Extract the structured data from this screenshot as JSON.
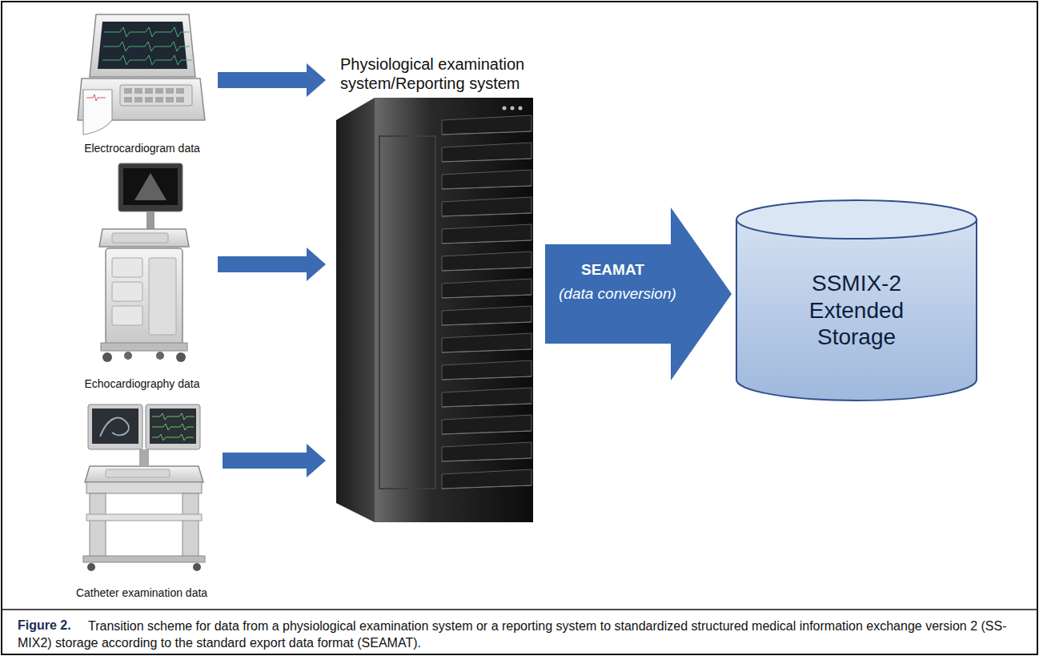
{
  "diagram": {
    "caption": "Transition scheme for data from a physiological examination system or a reporting system to standardized structured medical information exchange version 2 (SS-MIX2) storage according to the standard export data format (SEAMAT).",
    "nodes": [
      {
        "text": [
          "Electrocardiogram data"
        ]
      },
      {
        "text": [
          "Echocardiography data"
        ]
      },
      {
        "text": [
          "Catheter examination data"
        ]
      },
      {
        "text": [
          "Physiological examination system/Reporting system"
        ]
      },
      {
        "text": [
          "SSMIX-2 Extended Storage"
        ]
      }
    ],
    "edges": [
      {
        "from": 0,
        "to": 3,
        "arrow": "to"
      },
      {
        "from": 1,
        "to": 3,
        "arrow": "to"
      },
      {
        "from": 2,
        "to": 3,
        "arrow": "to"
      },
      {
        "from": 3,
        "to": 4,
        "arrow": "to",
        "label": "SEAMAT"
      }
    ],
    "labels": [
      "(data conversion)",
      "Figure 2."
    ]
  }
}
